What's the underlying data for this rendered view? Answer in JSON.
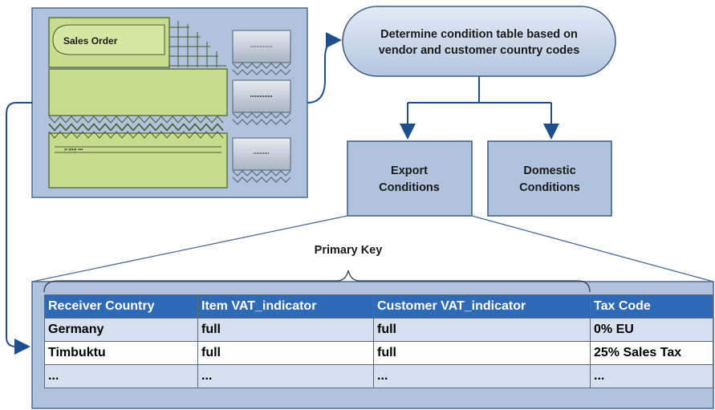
{
  "sales_order": {
    "title": "Sales Order",
    "fragment_text": "»·»»» ▪▪▪"
  },
  "process": {
    "label_line1": "Determine condition table based on",
    "label_line2": "vendor and customer country codes"
  },
  "export_box": {
    "line1": "Export",
    "line2": "Conditions"
  },
  "domestic_box": {
    "line1": "Domestic",
    "line2": "Conditions"
  },
  "primary_key_label": "Primary Key",
  "condition_table": {
    "headers": [
      "Receiver Country",
      "Item VAT_indicator",
      "Customer VAT_indicator",
      "Tax Code"
    ],
    "rows": [
      [
        "Germany",
        "full",
        "full",
        "0% EU"
      ],
      [
        "Timbuktu",
        "full",
        "full",
        "25% Sales Tax"
      ],
      [
        "...",
        "...",
        "...",
        "..."
      ]
    ]
  },
  "colors": {
    "outer_box": "#afc3dc",
    "doc_green": "#c6dd8f",
    "table_header": "#2f6ab6",
    "arrow": "#1f4e8c"
  }
}
